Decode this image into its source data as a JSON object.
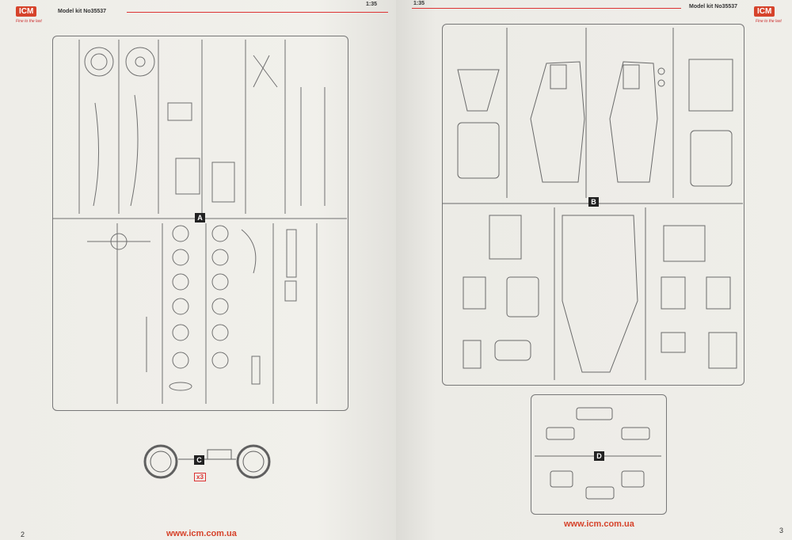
{
  "left_page": {
    "brand": "ICM",
    "brand_tagline": "Fine to the last",
    "kit_label": "Model kit No35537",
    "scale": "1:35",
    "url": "www.icm.com.ua",
    "page_number": "2",
    "sprue_a_letter": "A",
    "sprue_c_letter": "C",
    "sprue_c_multiplier": "x3"
  },
  "right_page": {
    "brand": "ICM",
    "brand_tagline": "Fine to the last",
    "kit_label": "Model kit No35537",
    "scale": "1:35",
    "url": "www.icm.com.ua",
    "page_number": "3",
    "sprue_b_letter": "B",
    "sprue_d_letter": "D"
  },
  "colors": {
    "accent": "#d6432b",
    "paper": "#efeee9",
    "line": "#6f6f6f"
  }
}
